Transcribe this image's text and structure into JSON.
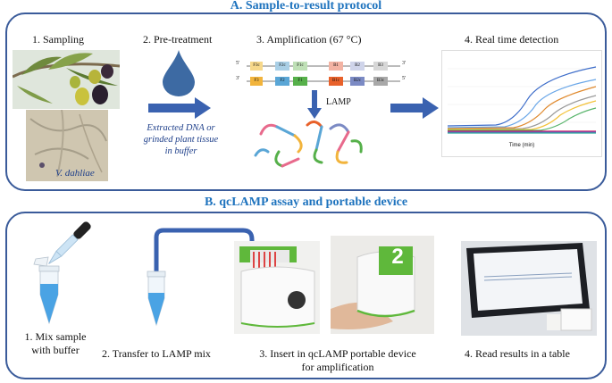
{
  "panelA": {
    "title": "A. Sample-to-result protocol",
    "steps": {
      "sampling": "1. Sampling",
      "pretreatment": "2. Pre-treatment",
      "amplification": "3. Amplification (67 °C)",
      "detection": "4. Real time detection"
    },
    "pretreatment_note": [
      "Extracted DNA or",
      "grinded plant tissue",
      "in buffer"
    ],
    "micro_caption": "V. dahliae",
    "lamp_label": "LAMP",
    "primers_top": [
      "F3c",
      "F2c",
      "F1c",
      "B1",
      "B2",
      "B3"
    ],
    "primers_bottom": [
      "F3",
      "F2",
      "F1",
      "B1c",
      "B2c",
      "B3c"
    ],
    "strand_ends": {
      "left_top": "5'",
      "right_top": "3'",
      "left_bottom": "3'",
      "right_bottom": "5'"
    },
    "chart_xlabel": "Time (min)"
  },
  "panelB": {
    "title": "B. qcLAMP assay and portable device",
    "steps": {
      "mix": [
        "1. Mix sample",
        "with buffer"
      ],
      "transfer": "2. Transfer to LAMP mix",
      "insert": [
        "3. Insert in qcLAMP portable device",
        "for amplification"
      ],
      "read": "4. Read results in a table"
    },
    "device_number": "2"
  },
  "colors": {
    "panel_border": "#3a5b9a",
    "title_blue": "#1e73be",
    "arrow_blue": "#3a62b0",
    "drop_blue": "#3d6aa3",
    "device_green": "#5fb83b"
  }
}
